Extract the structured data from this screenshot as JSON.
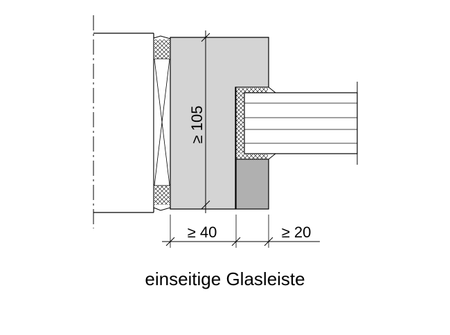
{
  "caption": "einseitige Glasleiste",
  "dimensions": {
    "height_label": "≥ 105",
    "width_left_label": "≥ 40",
    "width_right_label": "≥ 20"
  },
  "colors": {
    "frame_fill": "#d4d4d4",
    "glass_bead_fill": "#b0b0b0",
    "line": "#000000"
  }
}
